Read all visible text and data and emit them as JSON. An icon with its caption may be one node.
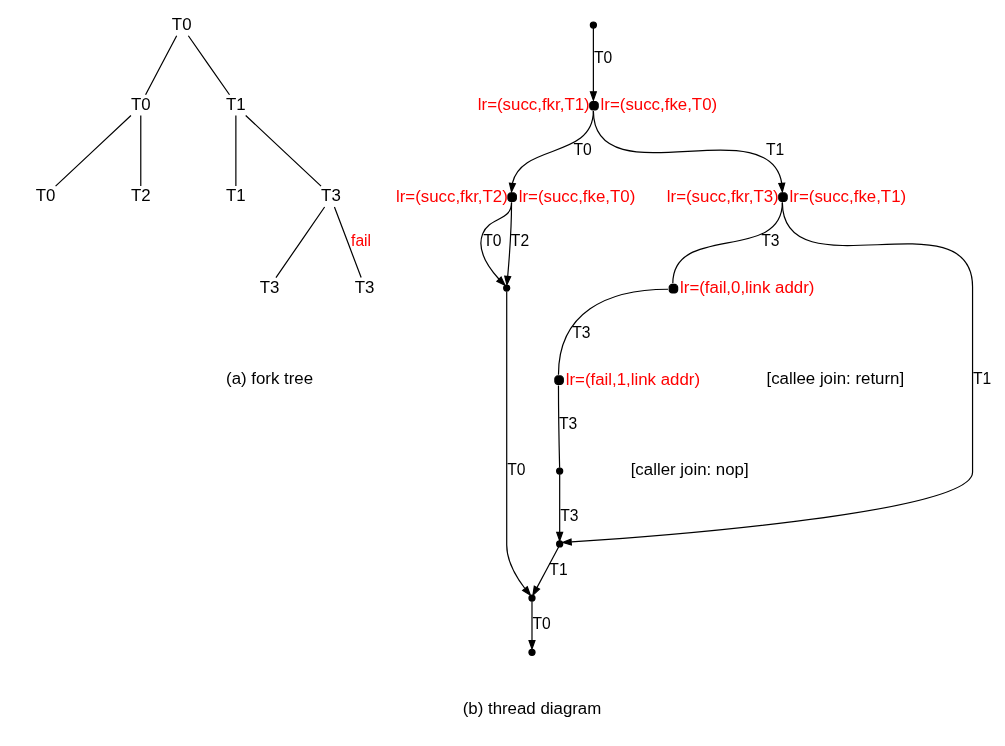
{
  "diagram": {
    "nodes": [
      {
        "text": [
          "T0"
        ]
      },
      {
        "text": [
          "T0"
        ]
      },
      {
        "text": [
          "T1"
        ]
      },
      {
        "text": [
          "T0"
        ]
      },
      {
        "text": [
          "T2"
        ]
      },
      {
        "text": [
          "T1"
        ]
      },
      {
        "text": [
          "T3"
        ]
      },
      {
        "text": [
          "T3"
        ]
      },
      {
        "text": [
          "T3"
        ]
      },
      {
        "text": [],
        "shape": "circle"
      },
      {
        "text": [],
        "shape": "circle",
        "beside": [
          "lr=(succ,fkr,T1)",
          "lr=(succ,fke,T0)"
        ]
      },
      {
        "text": [],
        "shape": "circle",
        "beside": [
          "lr=(succ,fkr,T2)",
          "lr=(succ,fke,T0)"
        ]
      },
      {
        "text": [],
        "shape": "circle",
        "beside": [
          "lr=(succ,fkr,T3)",
          "lr=(succ,fke,T1)"
        ]
      },
      {
        "text": [],
        "shape": "circle"
      },
      {
        "text": [],
        "shape": "circle",
        "beside": [
          "lr=(fail,0,link addr)"
        ]
      },
      {
        "text": [],
        "shape": "circle",
        "beside": [
          "lr=(fail,1,link addr)"
        ]
      },
      {
        "text": [],
        "shape": "circle"
      },
      {
        "text": [],
        "shape": "circle"
      },
      {
        "text": [],
        "shape": "circle"
      },
      {
        "text": [],
        "shape": "circle"
      }
    ],
    "edges": [
      {
        "from": 0,
        "to": 1,
        "arrow": "none"
      },
      {
        "from": 0,
        "to": 2,
        "arrow": "none"
      },
      {
        "from": 1,
        "to": 3,
        "arrow": "none"
      },
      {
        "from": 1,
        "to": 4,
        "arrow": "none"
      },
      {
        "from": 2,
        "to": 5,
        "arrow": "none"
      },
      {
        "from": 2,
        "to": 6,
        "arrow": "none"
      },
      {
        "from": 6,
        "to": 7,
        "arrow": "none"
      },
      {
        "from": 6,
        "to": 8,
        "arrow": "none",
        "label": "fail"
      },
      {
        "from": 9,
        "to": 10,
        "arrow": "to",
        "label": "T0"
      },
      {
        "from": 10,
        "to": 11,
        "arrow": "to",
        "label": "T0"
      },
      {
        "from": 10,
        "to": 12,
        "arrow": "to",
        "label": "T1"
      },
      {
        "from": 11,
        "to": 13,
        "arrow": "to",
        "label": "T0"
      },
      {
        "from": 11,
        "to": 13,
        "arrow": "to",
        "label": "T2"
      },
      {
        "from": 12,
        "to": 17,
        "arrow": "to",
        "label": "T1"
      },
      {
        "from": 12,
        "to": 14,
        "arrow": "none",
        "label": "T3"
      },
      {
        "from": 14,
        "to": 15,
        "arrow": "none",
        "label": "T3"
      },
      {
        "from": 15,
        "to": 16,
        "arrow": "none",
        "label": "T3"
      },
      {
        "from": 16,
        "to": 17,
        "arrow": "to",
        "label": "T3"
      },
      {
        "from": 13,
        "to": 18,
        "arrow": "to",
        "label": "T0"
      },
      {
        "from": 17,
        "to": 18,
        "arrow": "to",
        "label": "T1"
      },
      {
        "from": 18,
        "to": 19,
        "arrow": "to",
        "label": "T0"
      }
    ],
    "labels": [
      "[callee join: return]",
      "[caller join: nop]",
      "(a) fork tree",
      "(b) thread diagram"
    ]
  }
}
